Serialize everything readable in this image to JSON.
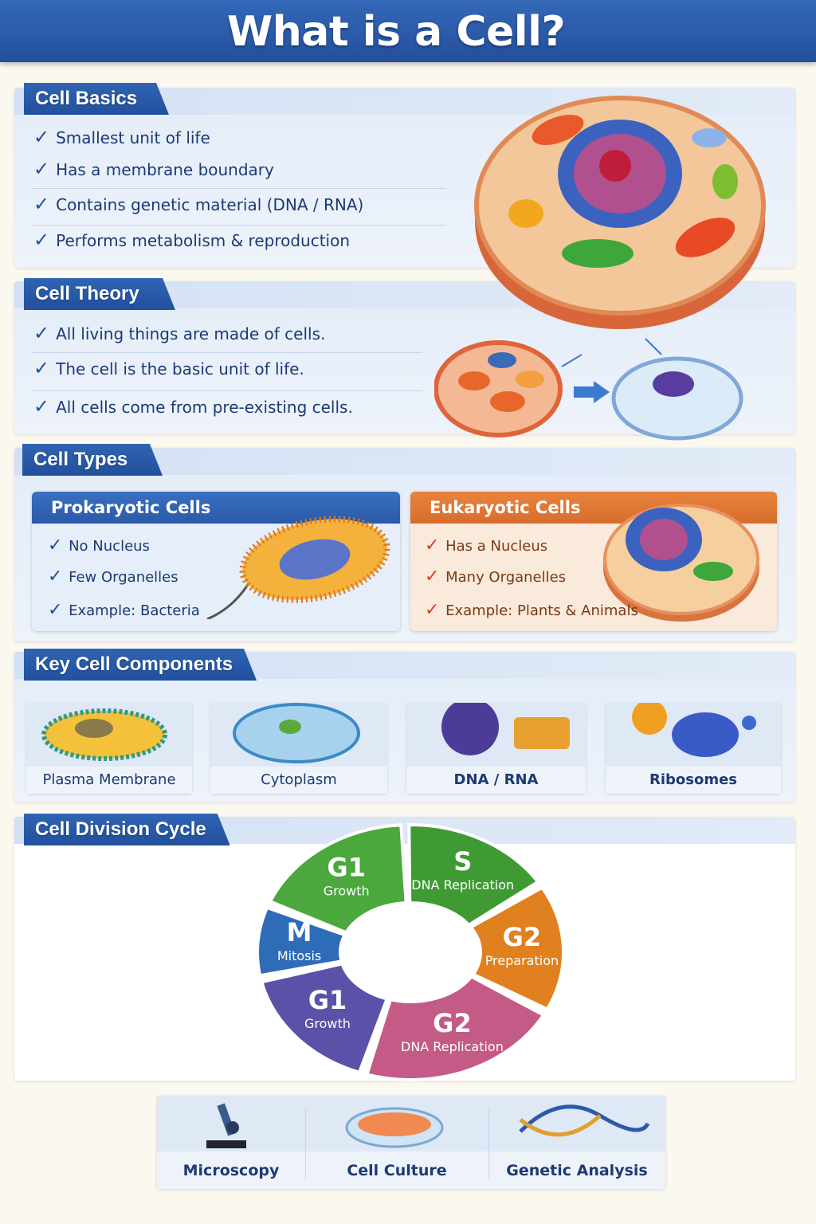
{
  "title": "What is a Cell?",
  "cell_basics": {
    "heading": "Cell Basics",
    "items": [
      "Smallest unit of life",
      "Has a membrane boundary",
      "Contains genetic material (DNA / RNA)",
      "Performs metabolism & reproduction"
    ]
  },
  "cell_theory": {
    "heading": "Cell Theory",
    "items": [
      "All living things are made of cells.",
      "The cell is the basic unit of life.",
      "All cells come from pre-existing cells."
    ]
  },
  "cell_types": {
    "heading": "Cell Types",
    "prokaryotic": {
      "title": "Prokaryotic Cells",
      "items": [
        "No Nucleus",
        "Few Organelles",
        "Example: Bacteria"
      ],
      "color": "#2f64b4"
    },
    "eukaryotic": {
      "title": "Eukaryotic Cells",
      "items": [
        "Has a Nucleus",
        "Many Organelles",
        "Example: Plants & Animals"
      ],
      "color": "#e07a3a"
    }
  },
  "components": {
    "heading": "Key Cell Components",
    "items": [
      "Plasma Membrane",
      "Cytoplasm",
      "DNA / RNA",
      "Ribosomes"
    ]
  },
  "division": {
    "heading": "Cell Division Cycle",
    "phases": [
      {
        "code": "G1",
        "label": "Growth",
        "color": "#4aa83c"
      },
      {
        "code": "S",
        "label": "DNA Replication",
        "color": "#3f9a34"
      },
      {
        "code": "G2",
        "label": "Preparation",
        "color": "#e0801e"
      },
      {
        "code": "G2",
        "label": "DNA Replication",
        "color": "#c45a86"
      },
      {
        "code": "G1",
        "label": "Growth",
        "color": "#5a52a8"
      },
      {
        "code": "M",
        "label": "Mitosis",
        "color": "#2f6cb8"
      }
    ]
  },
  "tools": [
    "Microscopy",
    "Cell Culture",
    "Genetic Analysis"
  ]
}
